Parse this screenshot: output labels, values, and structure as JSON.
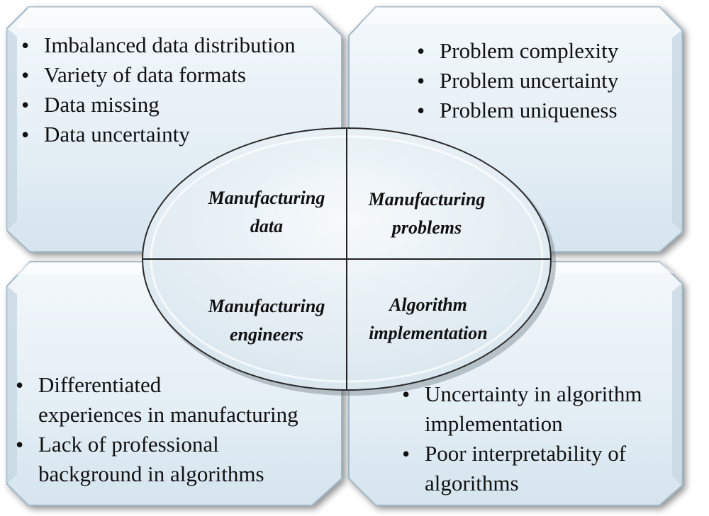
{
  "quadrants": {
    "top_left": {
      "bullets": [
        "Imbalanced data distribution",
        "Variety of data formats",
        "Data missing",
        "Data uncertainty"
      ]
    },
    "top_right": {
      "bullets": [
        "Problem complexity",
        "Problem uncertainty",
        "Problem uniqueness"
      ]
    },
    "bottom_left": {
      "bullets": [
        {
          "line1": "Differentiated",
          "line2": "experiences in manufacturing"
        },
        {
          "line1": "Lack of professional",
          "line2": "background in algorithms"
        }
      ]
    },
    "bottom_right": {
      "bullets": [
        {
          "line1": "Uncertainty in algorithm",
          "line2": "implementation"
        },
        {
          "line1": "Poor interpretability of",
          "line2": "algorithms"
        }
      ]
    }
  },
  "center": {
    "data": {
      "line1": "Manufacturing",
      "line2": "data"
    },
    "problems": {
      "line1": "Manufacturing",
      "line2": "problems"
    },
    "engineers": {
      "line1": "Manufacturing",
      "line2": "engineers"
    },
    "algorithm": {
      "line1": "Algorithm",
      "line2": "implementation"
    }
  },
  "colors": {
    "panel_fill": "#e8f1f7",
    "panel_edge": "#b9cedc",
    "panel_shadow": "#8a9aa6",
    "ellipse_fill": "#e4edf3",
    "line": "#222222"
  }
}
